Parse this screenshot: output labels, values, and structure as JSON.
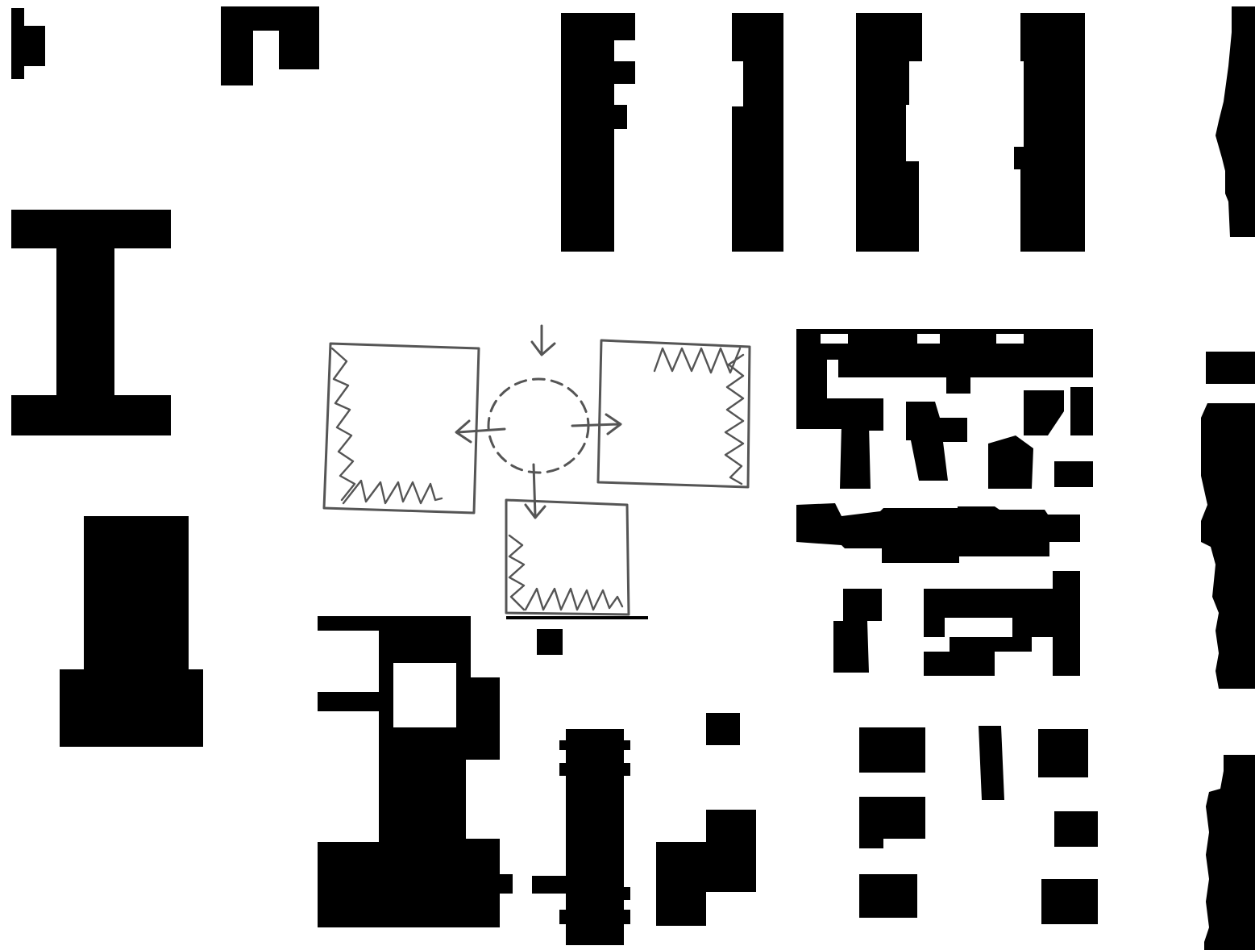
{
  "diagram": {
    "kind": "figure-ground building footprint studies with concept sketch",
    "colors": {
      "background": "#ffffff",
      "ink": "#000000",
      "sketch": "#555555"
    },
    "figure_ground_panels": [
      {
        "id": "corner-fragment"
      },
      {
        "id": "bracket-fragment"
      },
      {
        "id": "i-shaped-block"
      },
      {
        "id": "stepped-tower-block"
      },
      {
        "id": "four-slab-row"
      },
      {
        "id": "right-edge-slab-top"
      },
      {
        "id": "dense-courtyard-cluster"
      },
      {
        "id": "right-edge-slab-middle"
      },
      {
        "id": "tower-with-courtyard"
      },
      {
        "id": "spine-and-pavilions"
      },
      {
        "id": "scattered-blocks"
      },
      {
        "id": "right-edge-slab-bottom"
      }
    ],
    "concept_sketch": {
      "id": "central-void-sketch",
      "boxes": [
        {
          "id": "left-box",
          "hatch": "left-and-bottom"
        },
        {
          "id": "right-box",
          "hatch": "top-and-right"
        },
        {
          "id": "bottom-box",
          "hatch": "left-and-bottom"
        }
      ],
      "center": "dashed-circle",
      "arrows": [
        "down-in",
        "left-out",
        "right-out",
        "down-out"
      ]
    }
  }
}
